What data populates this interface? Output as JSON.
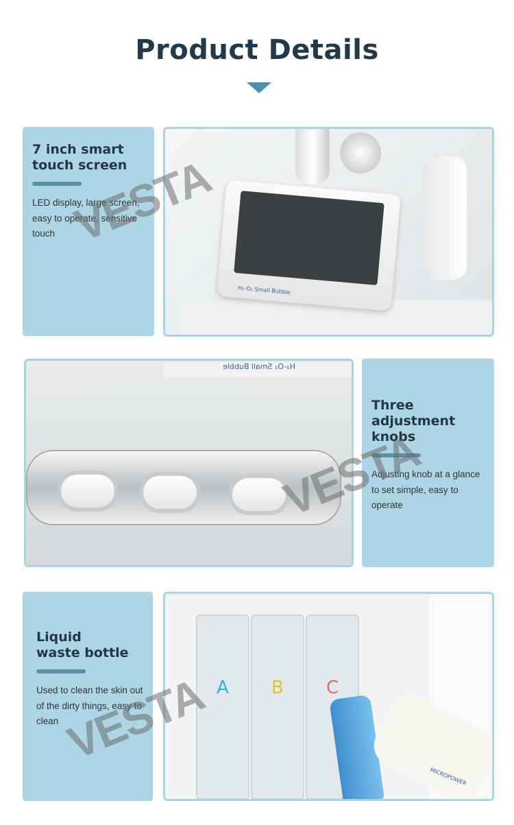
{
  "header": {
    "title": "Product Details",
    "arrow_color": "#4d8fae"
  },
  "watermark": "VESTA",
  "colors": {
    "panel": "#acd6e6",
    "title": "#233645",
    "accent_bar": "#5b8fa3",
    "border": "#a8d4e5"
  },
  "features": [
    {
      "title": "7 inch smart\ntouch screen",
      "description": "LED display, large screen, easy to operate, sensitive touch",
      "photo_label": "H₂-O₂ Small Bubble"
    },
    {
      "title": "Three\nadjustment knobs",
      "description": "Adjusting knob at a glance to set simple, easy to operate",
      "photo_label": "H₂-O₂ Small Bubble"
    },
    {
      "title": "Liquid\nwaste bottle",
      "description": "Used to clean the skin out of the dirty things, easy to clean",
      "bottle_labels": [
        "A",
        "B",
        "C"
      ],
      "photo_label": "MICROPOWER"
    }
  ]
}
